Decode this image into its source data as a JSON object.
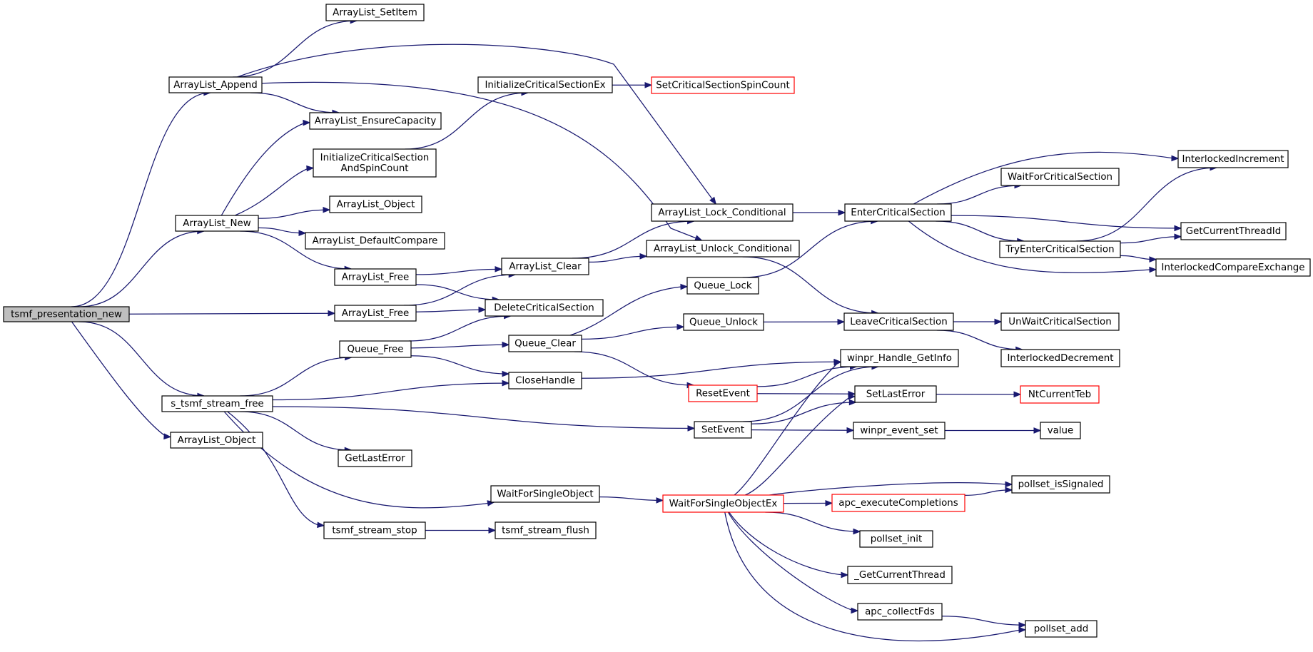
{
  "diagram": {
    "nodes": [
      {
        "id": "tsmf_presentation_new",
        "label": "tsmf_presentation_new",
        "style": "root"
      },
      {
        "id": "ArrayList_Append",
        "label": "ArrayList_Append",
        "style": "normal"
      },
      {
        "id": "ArrayList_New",
        "label": "ArrayList_New",
        "style": "normal"
      },
      {
        "id": "ArrayList_Free_1",
        "label": "ArrayList_Free",
        "style": "normal"
      },
      {
        "id": "s_tsmf_stream_free",
        "label": "s_tsmf_stream_free",
        "style": "normal"
      },
      {
        "id": "ArrayList_Object_2",
        "label": "ArrayList_Object",
        "style": "normal"
      },
      {
        "id": "ArrayList_SetItem",
        "label": "ArrayList_SetItem",
        "style": "normal"
      },
      {
        "id": "ArrayList_EnsureCapacity",
        "label": "ArrayList_EnsureCapacity",
        "style": "normal"
      },
      {
        "id": "InitializeCriticalSectionAndSpinCount",
        "label": "InitializeCriticalSection\nAndSpinCount",
        "style": "normal"
      },
      {
        "id": "ArrayList_Object_1",
        "label": "ArrayList_Object",
        "style": "normal"
      },
      {
        "id": "ArrayList_DefaultCompare",
        "label": "ArrayList_DefaultCompare",
        "style": "normal"
      },
      {
        "id": "ArrayList_Free_0",
        "label": "ArrayList_Free",
        "style": "normal"
      },
      {
        "id": "Queue_Free",
        "label": "Queue_Free",
        "style": "normal"
      },
      {
        "id": "GetLastError",
        "label": "GetLastError",
        "style": "normal"
      },
      {
        "id": "tsmf_stream_stop",
        "label": "tsmf_stream_stop",
        "style": "normal"
      },
      {
        "id": "InitializeCriticalSectionEx",
        "label": "InitializeCriticalSectionEx",
        "style": "normal"
      },
      {
        "id": "ArrayList_Clear",
        "label": "ArrayList_Clear",
        "style": "normal"
      },
      {
        "id": "DeleteCriticalSection",
        "label": "DeleteCriticalSection",
        "style": "normal"
      },
      {
        "id": "Queue_Clear",
        "label": "Queue_Clear",
        "style": "normal"
      },
      {
        "id": "CloseHandle",
        "label": "CloseHandle",
        "style": "normal"
      },
      {
        "id": "WaitForSingleObject",
        "label": "WaitForSingleObject",
        "style": "normal"
      },
      {
        "id": "tsmf_stream_flush",
        "label": "tsmf_stream_flush",
        "style": "normal"
      },
      {
        "id": "SetCriticalSectionSpinCount",
        "label": "SetCriticalSectionSpinCount",
        "style": "red"
      },
      {
        "id": "ArrayList_Lock_Conditional",
        "label": "ArrayList_Lock_Conditional",
        "style": "normal"
      },
      {
        "id": "ArrayList_Unlock_Conditional",
        "label": "ArrayList_Unlock_Conditional",
        "style": "normal"
      },
      {
        "id": "Queue_Lock",
        "label": "Queue_Lock",
        "style": "normal"
      },
      {
        "id": "Queue_Unlock",
        "label": "Queue_Unlock",
        "style": "normal"
      },
      {
        "id": "ResetEvent",
        "label": "ResetEvent",
        "style": "red"
      },
      {
        "id": "SetEvent",
        "label": "SetEvent",
        "style": "normal"
      },
      {
        "id": "WaitForSingleObjectEx",
        "label": "WaitForSingleObjectEx",
        "style": "red"
      },
      {
        "id": "EnterCriticalSection",
        "label": "EnterCriticalSection",
        "style": "normal"
      },
      {
        "id": "LeaveCriticalSection",
        "label": "LeaveCriticalSection",
        "style": "normal"
      },
      {
        "id": "winpr_Handle_GetInfo",
        "label": "winpr_Handle_GetInfo",
        "style": "normal"
      },
      {
        "id": "SetLastError",
        "label": "SetLastError",
        "style": "normal"
      },
      {
        "id": "winpr_event_set",
        "label": "winpr_event_set",
        "style": "normal"
      },
      {
        "id": "apc_executeCompletions",
        "label": "apc_executeCompletions",
        "style": "red"
      },
      {
        "id": "pollset_init",
        "label": "pollset_init",
        "style": "normal"
      },
      {
        "id": "_GetCurrentThread",
        "label": "_GetCurrentThread",
        "style": "normal"
      },
      {
        "id": "apc_collectFds",
        "label": "apc_collectFds",
        "style": "normal"
      },
      {
        "id": "WaitForCriticalSection",
        "label": "WaitForCriticalSection",
        "style": "normal"
      },
      {
        "id": "TryEnterCriticalSection",
        "label": "TryEnterCriticalSection",
        "style": "normal"
      },
      {
        "id": "UnWaitCriticalSection",
        "label": "UnWaitCriticalSection",
        "style": "normal"
      },
      {
        "id": "InterlockedDecrement",
        "label": "InterlockedDecrement",
        "style": "normal"
      },
      {
        "id": "NtCurrentTeb",
        "label": "NtCurrentTeb",
        "style": "red"
      },
      {
        "id": "value",
        "label": "value",
        "style": "normal"
      },
      {
        "id": "pollset_isSignaled",
        "label": "pollset_isSignaled",
        "style": "normal"
      },
      {
        "id": "pollset_add",
        "label": "pollset_add",
        "style": "normal"
      },
      {
        "id": "InterlockedIncrement",
        "label": "InterlockedIncrement",
        "style": "normal"
      },
      {
        "id": "GetCurrentThreadId",
        "label": "GetCurrentThreadId",
        "style": "normal"
      },
      {
        "id": "InterlockedCompareExchange",
        "label": "InterlockedCompareExchange",
        "style": "normal"
      }
    ],
    "edges": [
      [
        "tsmf_presentation_new",
        "ArrayList_Append"
      ],
      [
        "tsmf_presentation_new",
        "ArrayList_New"
      ],
      [
        "tsmf_presentation_new",
        "ArrayList_Free_1"
      ],
      [
        "tsmf_presentation_new",
        "s_tsmf_stream_free"
      ],
      [
        "tsmf_presentation_new",
        "ArrayList_Object_2"
      ],
      [
        "ArrayList_Append",
        "ArrayList_SetItem"
      ],
      [
        "ArrayList_Append",
        "ArrayList_Lock_Conditional"
      ],
      [
        "ArrayList_Append",
        "ArrayList_EnsureCapacity"
      ],
      [
        "ArrayList_Append",
        "ArrayList_Unlock_Conditional"
      ],
      [
        "ArrayList_New",
        "ArrayList_EnsureCapacity"
      ],
      [
        "ArrayList_New",
        "InitializeCriticalSectionAndSpinCount"
      ],
      [
        "ArrayList_New",
        "ArrayList_Object_1"
      ],
      [
        "ArrayList_New",
        "ArrayList_DefaultCompare"
      ],
      [
        "ArrayList_New",
        "ArrayList_Free_0"
      ],
      [
        "InitializeCriticalSectionAndSpinCount",
        "InitializeCriticalSectionEx"
      ],
      [
        "InitializeCriticalSectionEx",
        "SetCriticalSectionSpinCount"
      ],
      [
        "ArrayList_Free_0",
        "ArrayList_Clear"
      ],
      [
        "ArrayList_Free_0",
        "DeleteCriticalSection"
      ],
      [
        "ArrayList_Free_1",
        "ArrayList_Clear"
      ],
      [
        "ArrayList_Free_1",
        "DeleteCriticalSection"
      ],
      [
        "ArrayList_Clear",
        "ArrayList_Lock_Conditional"
      ],
      [
        "ArrayList_Clear",
        "ArrayList_Unlock_Conditional"
      ],
      [
        "ArrayList_Lock_Conditional",
        "EnterCriticalSection"
      ],
      [
        "ArrayList_Unlock_Conditional",
        "LeaveCriticalSection"
      ],
      [
        "s_tsmf_stream_free",
        "Queue_Free"
      ],
      [
        "s_tsmf_stream_free",
        "CloseHandle"
      ],
      [
        "s_tsmf_stream_free",
        "SetEvent"
      ],
      [
        "s_tsmf_stream_free",
        "GetLastError"
      ],
      [
        "s_tsmf_stream_free",
        "WaitForSingleObject"
      ],
      [
        "s_tsmf_stream_free",
        "tsmf_stream_stop"
      ],
      [
        "Queue_Free",
        "DeleteCriticalSection"
      ],
      [
        "Queue_Free",
        "Queue_Clear"
      ],
      [
        "Queue_Free",
        "CloseHandle"
      ],
      [
        "Queue_Clear",
        "Queue_Lock"
      ],
      [
        "Queue_Clear",
        "Queue_Unlock"
      ],
      [
        "Queue_Clear",
        "ResetEvent"
      ],
      [
        "Queue_Lock",
        "EnterCriticalSection"
      ],
      [
        "Queue_Unlock",
        "LeaveCriticalSection"
      ],
      [
        "CloseHandle",
        "winpr_Handle_GetInfo"
      ],
      [
        "ResetEvent",
        "winpr_Handle_GetInfo"
      ],
      [
        "ResetEvent",
        "SetLastError"
      ],
      [
        "SetEvent",
        "winpr_Handle_GetInfo"
      ],
      [
        "SetEvent",
        "SetLastError"
      ],
      [
        "SetEvent",
        "winpr_event_set"
      ],
      [
        "WaitForSingleObject",
        "WaitForSingleObjectEx"
      ],
      [
        "tsmf_stream_stop",
        "tsmf_stream_flush"
      ],
      [
        "WaitForSingleObjectEx",
        "winpr_Handle_GetInfo"
      ],
      [
        "WaitForSingleObjectEx",
        "SetLastError"
      ],
      [
        "WaitForSingleObjectEx",
        "pollset_isSignaled"
      ],
      [
        "WaitForSingleObjectEx",
        "apc_executeCompletions"
      ],
      [
        "WaitForSingleObjectEx",
        "pollset_init"
      ],
      [
        "WaitForSingleObjectEx",
        "_GetCurrentThread"
      ],
      [
        "WaitForSingleObjectEx",
        "apc_collectFds"
      ],
      [
        "WaitForSingleObjectEx",
        "pollset_add"
      ],
      [
        "apc_executeCompletions",
        "pollset_isSignaled"
      ],
      [
        "apc_collectFds",
        "pollset_add"
      ],
      [
        "EnterCriticalSection",
        "InterlockedIncrement"
      ],
      [
        "EnterCriticalSection",
        "WaitForCriticalSection"
      ],
      [
        "EnterCriticalSection",
        "GetCurrentThreadId"
      ],
      [
        "EnterCriticalSection",
        "TryEnterCriticalSection"
      ],
      [
        "EnterCriticalSection",
        "InterlockedCompareExchange"
      ],
      [
        "TryEnterCriticalSection",
        "InterlockedIncrement"
      ],
      [
        "TryEnterCriticalSection",
        "GetCurrentThreadId"
      ],
      [
        "TryEnterCriticalSection",
        "InterlockedCompareExchange"
      ],
      [
        "LeaveCriticalSection",
        "UnWaitCriticalSection"
      ],
      [
        "LeaveCriticalSection",
        "InterlockedDecrement"
      ],
      [
        "SetLastError",
        "NtCurrentTeb"
      ],
      [
        "winpr_event_set",
        "value"
      ]
    ]
  }
}
